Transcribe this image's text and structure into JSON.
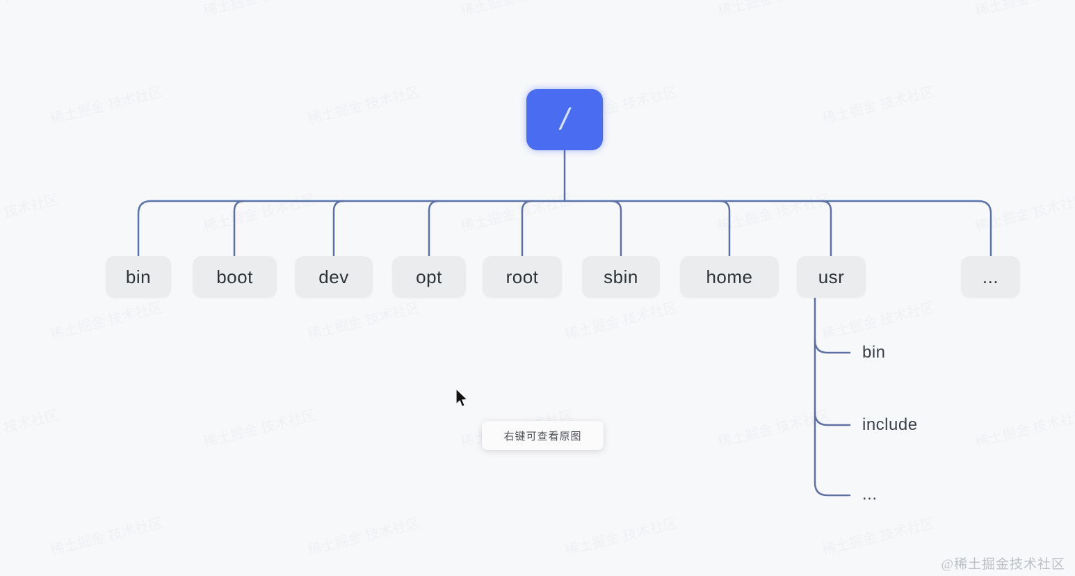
{
  "page": {
    "type": "filesystem-tree-mindmap"
  },
  "colors": {
    "background": "#f7f8fa",
    "root_node_fill": "#4a6cf1",
    "root_node_text": "#d9e6fd",
    "child_node_fill": "#eaecee",
    "child_node_text": "#2e3237",
    "connector_line": "#5e6fa3",
    "tooltip_background": "#fbfbfc",
    "tooltip_text": "#4e5156",
    "site_watermark_text": "#bcc0c6"
  },
  "tree": {
    "root": {
      "label": "/"
    },
    "children": [
      {
        "label": "bin"
      },
      {
        "label": "boot"
      },
      {
        "label": "dev"
      },
      {
        "label": "opt"
      },
      {
        "label": "root"
      },
      {
        "label": "sbin"
      },
      {
        "label": "home"
      },
      {
        "label": "usr"
      },
      {
        "label": "..."
      }
    ],
    "usr_children": [
      {
        "label": "bin"
      },
      {
        "label": "include"
      },
      {
        "label": "..."
      }
    ]
  },
  "tooltip": {
    "text": "右键可查看原图"
  },
  "footer_watermark": {
    "text": "@稀土掘金技术社区"
  },
  "background_watermark": {
    "text": "稀土掘金 技术社区"
  }
}
